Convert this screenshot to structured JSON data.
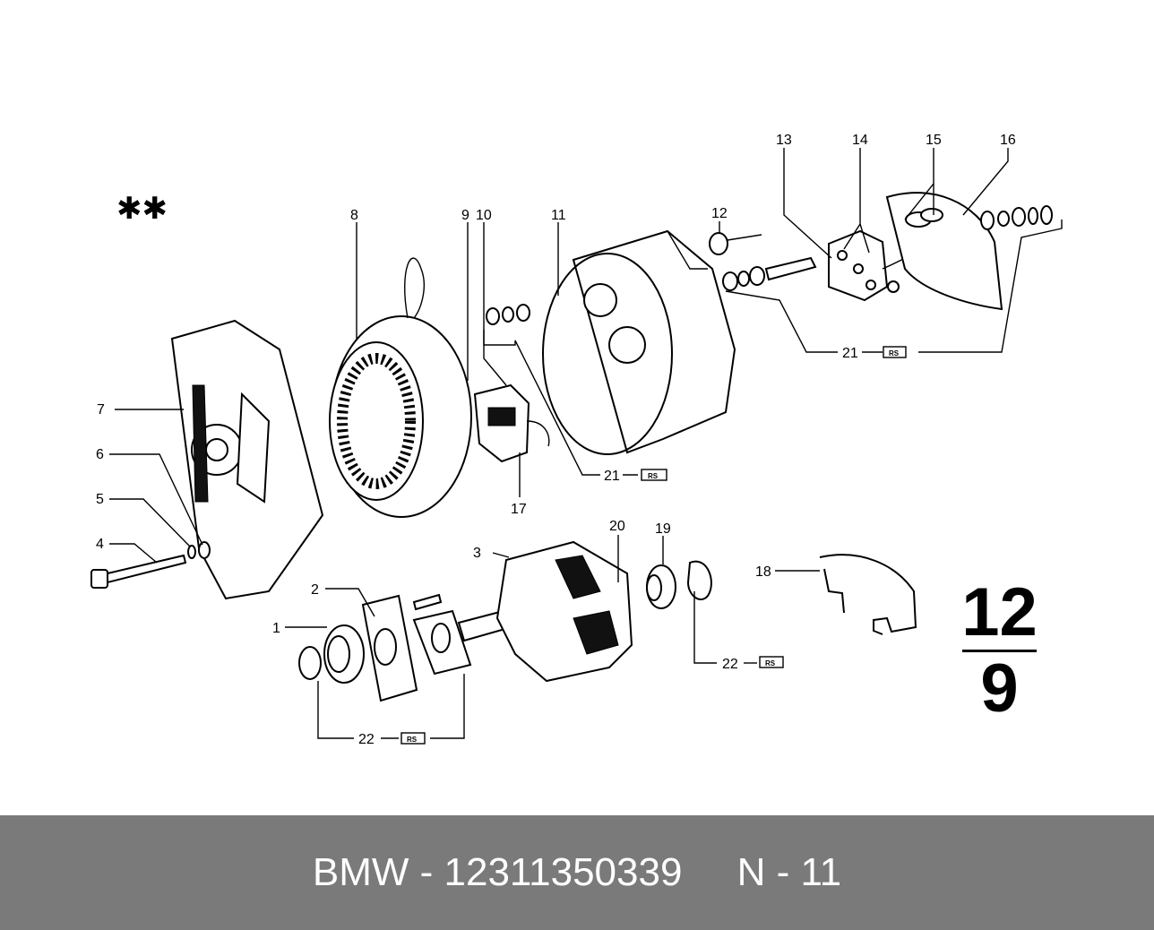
{
  "callouts": [
    "1",
    "2",
    "3",
    "4",
    "5",
    "6",
    "7",
    "8",
    "9",
    "10",
    "11",
    "12",
    "13",
    "14",
    "15",
    "16",
    "17",
    "18",
    "19",
    "20",
    "21",
    "21",
    "21",
    "22",
    "22",
    "22"
  ],
  "rs_badge": "RS",
  "marker": "✱✱",
  "section": {
    "top": "12",
    "bottom": "9"
  },
  "footer": {
    "brand": "BMW",
    "separator": " - ",
    "part_number": "12311350339",
    "gap": "     ",
    "position": "N - 11"
  }
}
